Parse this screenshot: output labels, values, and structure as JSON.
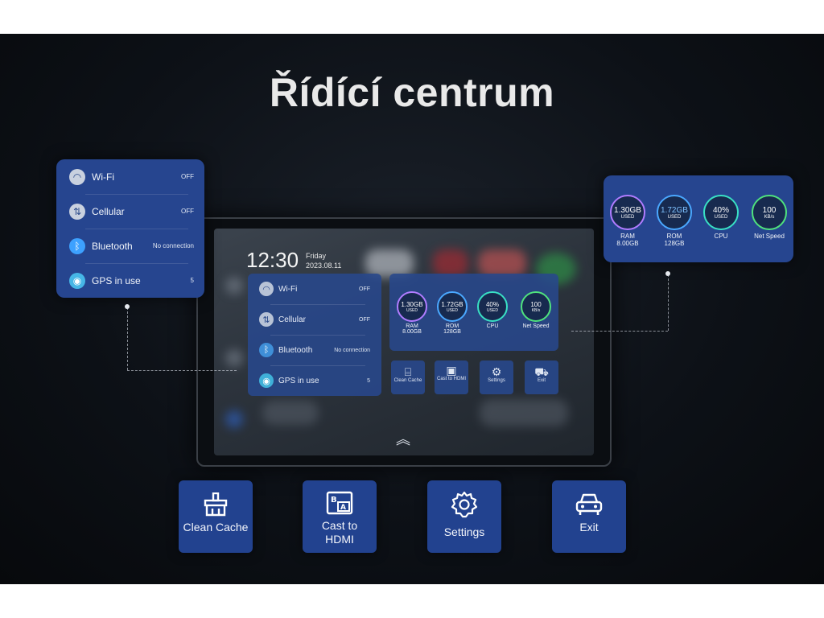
{
  "title": "Řídící centrum",
  "screen": {
    "clock": "12:30",
    "day": "Friday",
    "date": "2023.08.11"
  },
  "network": [
    {
      "label": "Wi-Fi",
      "value": "OFF",
      "icon": "wifi-icon"
    },
    {
      "label": "Cellular",
      "value": "OFF",
      "icon": "cellular-icon"
    },
    {
      "label": "Bluetooth",
      "value": "No connection",
      "icon": "bluetooth-icon"
    },
    {
      "label": "GPS in use",
      "value": "5",
      "icon": "gps-icon"
    }
  ],
  "stats": [
    {
      "value": "1.30GB",
      "sub": "USED",
      "label": "RAM",
      "label2": "8.00GB",
      "color": "#b07cff"
    },
    {
      "value": "1.72GB",
      "sub": "USED",
      "label": "ROM",
      "label2": "128GB",
      "color": "#4aa8ff"
    },
    {
      "value": "40%",
      "sub": "USED",
      "label": "CPU",
      "label2": "",
      "color": "#39e0c4"
    },
    {
      "value": "100",
      "sub": "KB/s",
      "label": "Net Speed",
      "label2": "",
      "color": "#4fe27d"
    }
  ],
  "actions": [
    {
      "label": "Clean Cache",
      "icon": "broom-icon"
    },
    {
      "label": "Cast to HDMI",
      "icon": "cast-hdmi-icon"
    },
    {
      "label": "Settings",
      "icon": "gear-icon"
    },
    {
      "label": "Exit",
      "icon": "car-icon"
    }
  ],
  "big_actions": {
    "clean": "Clean Cache",
    "cast_line1": "Cast to",
    "cast_line2": "HDMI",
    "settings": "Settings",
    "exit": "Exit"
  },
  "colors": {
    "panel": "#26458f",
    "background": "#0d1117"
  }
}
